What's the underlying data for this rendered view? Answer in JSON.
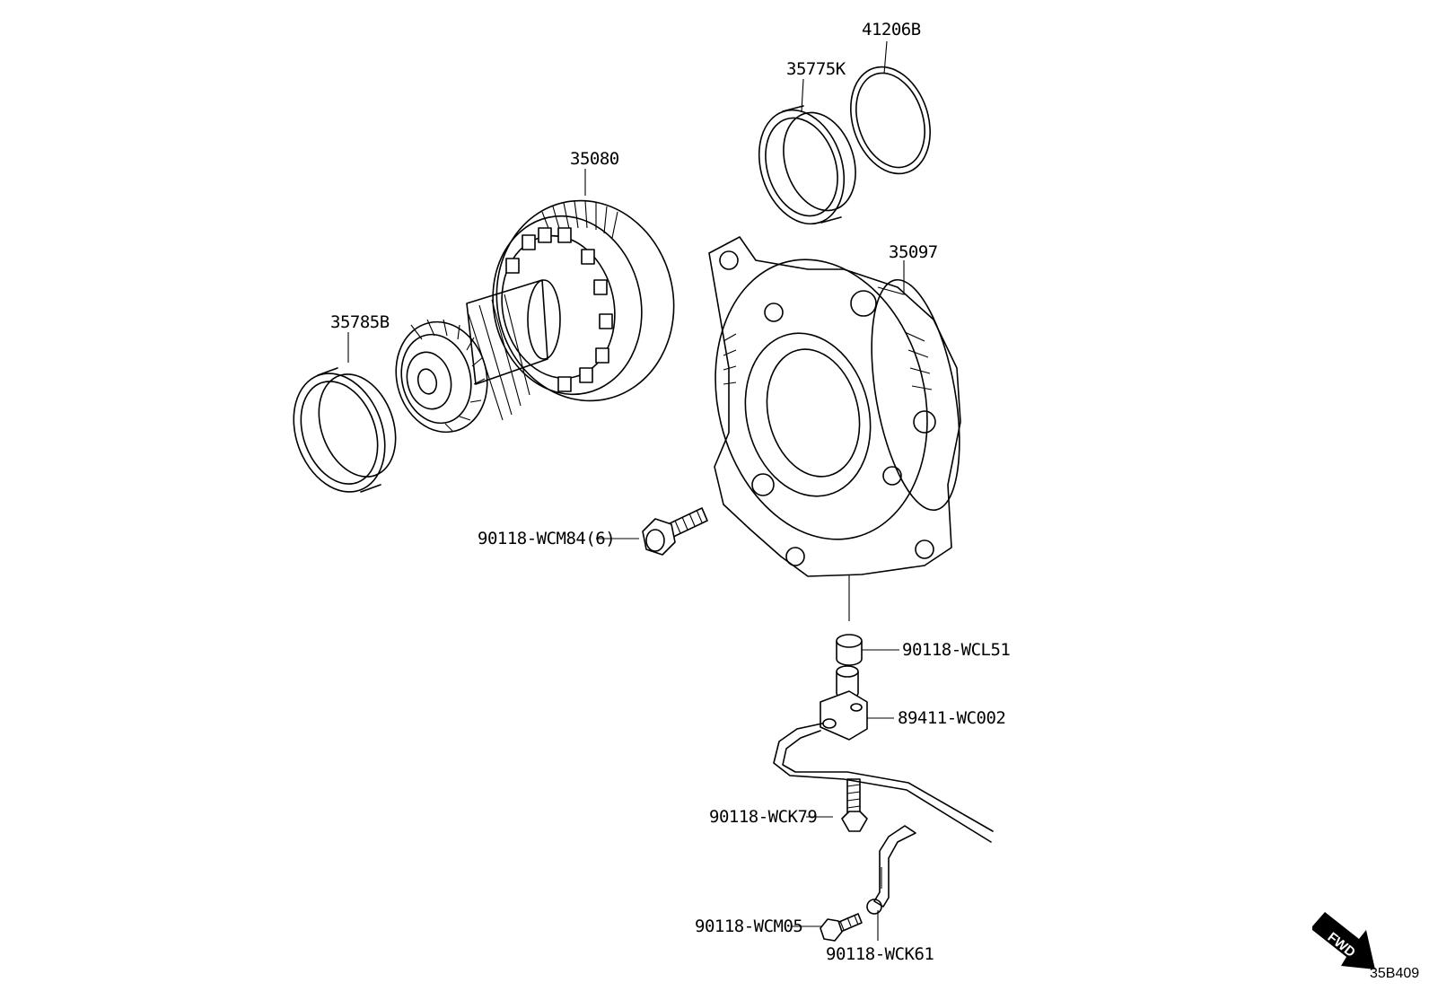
{
  "diagram": {
    "parts": [
      {
        "id": "p41206b",
        "label": "41206B"
      },
      {
        "id": "p35775k",
        "label": "35775K"
      },
      {
        "id": "p35080",
        "label": "35080"
      },
      {
        "id": "p35097",
        "label": "35097"
      },
      {
        "id": "p35785b",
        "label": "35785B"
      },
      {
        "id": "pwcm84",
        "label": "90118-WCM84(6)"
      },
      {
        "id": "pwcl51",
        "label": "90118-WCL51"
      },
      {
        "id": "pwc002",
        "label": "89411-WC002"
      },
      {
        "id": "pwck79",
        "label": "90118-WCK79"
      },
      {
        "id": "pwcm05",
        "label": "90118-WCM05"
      },
      {
        "id": "pwck61",
        "label": "90118-WCK61"
      }
    ],
    "fwd_label": "FWD",
    "figure_code": "35B409"
  }
}
